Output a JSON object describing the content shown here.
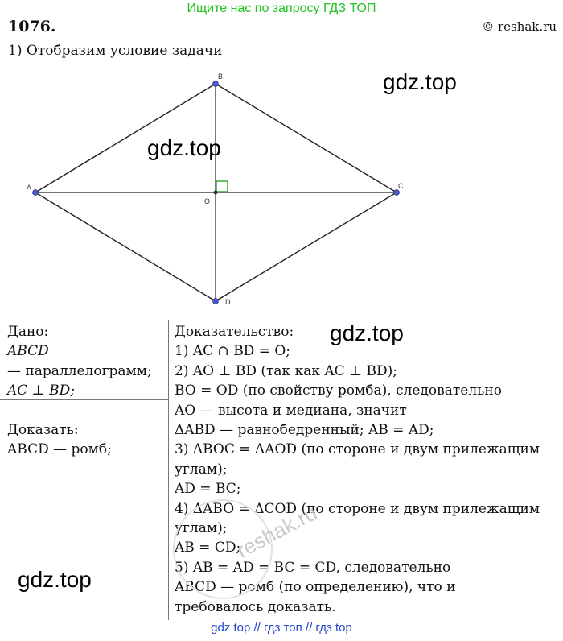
{
  "banner": "Ищите нас по запросу ГДЗ ТОП",
  "problem_number": "1076.",
  "copyright": "© reshak.ru",
  "step1": "1) Отобразим условие задачи",
  "watermarks": [
    "gdz.top",
    "gdz.top",
    "gdz.top",
    "gdz.top"
  ],
  "diag_watermark": "reshak.ru",
  "figure": {
    "points": {
      "A": "A",
      "B": "B",
      "C": "C",
      "D": "D",
      "O": "O"
    },
    "point_color": "#4a55e0"
  },
  "given": {
    "title": "Дано:",
    "lines": [
      "ABCD",
      "— параллелограмм;",
      "AC ⊥ BD;"
    ]
  },
  "prove": {
    "title": "Доказать:",
    "lines": [
      "ABCD — ромб;"
    ]
  },
  "proof": {
    "title": "Доказательство:",
    "lines": [
      "1) AC ∩ BD = O;",
      "2) AO ⊥ BD (так как AC ⊥ BD);",
      "BO = OD (по свойству ромба), следовательно",
      "AO — высота и медиана, значит",
      "ΔABD — равнобедренный; AB = AD;",
      "3) ΔBOC = ΔAOD (по стороне и двум прилежащим",
      "углам);",
      "AD = BC;",
      "4) ΔABO = ΔCOD (по стороне и двум прилежащим",
      "углам);",
      "AB = CD;",
      "5) AB = AD = BC = CD, следовательно",
      "ABCD — ромб (по определению), что и",
      "требовалось доказать."
    ]
  },
  "footer": "gdz top  //  гдз топ  //  гдз top"
}
